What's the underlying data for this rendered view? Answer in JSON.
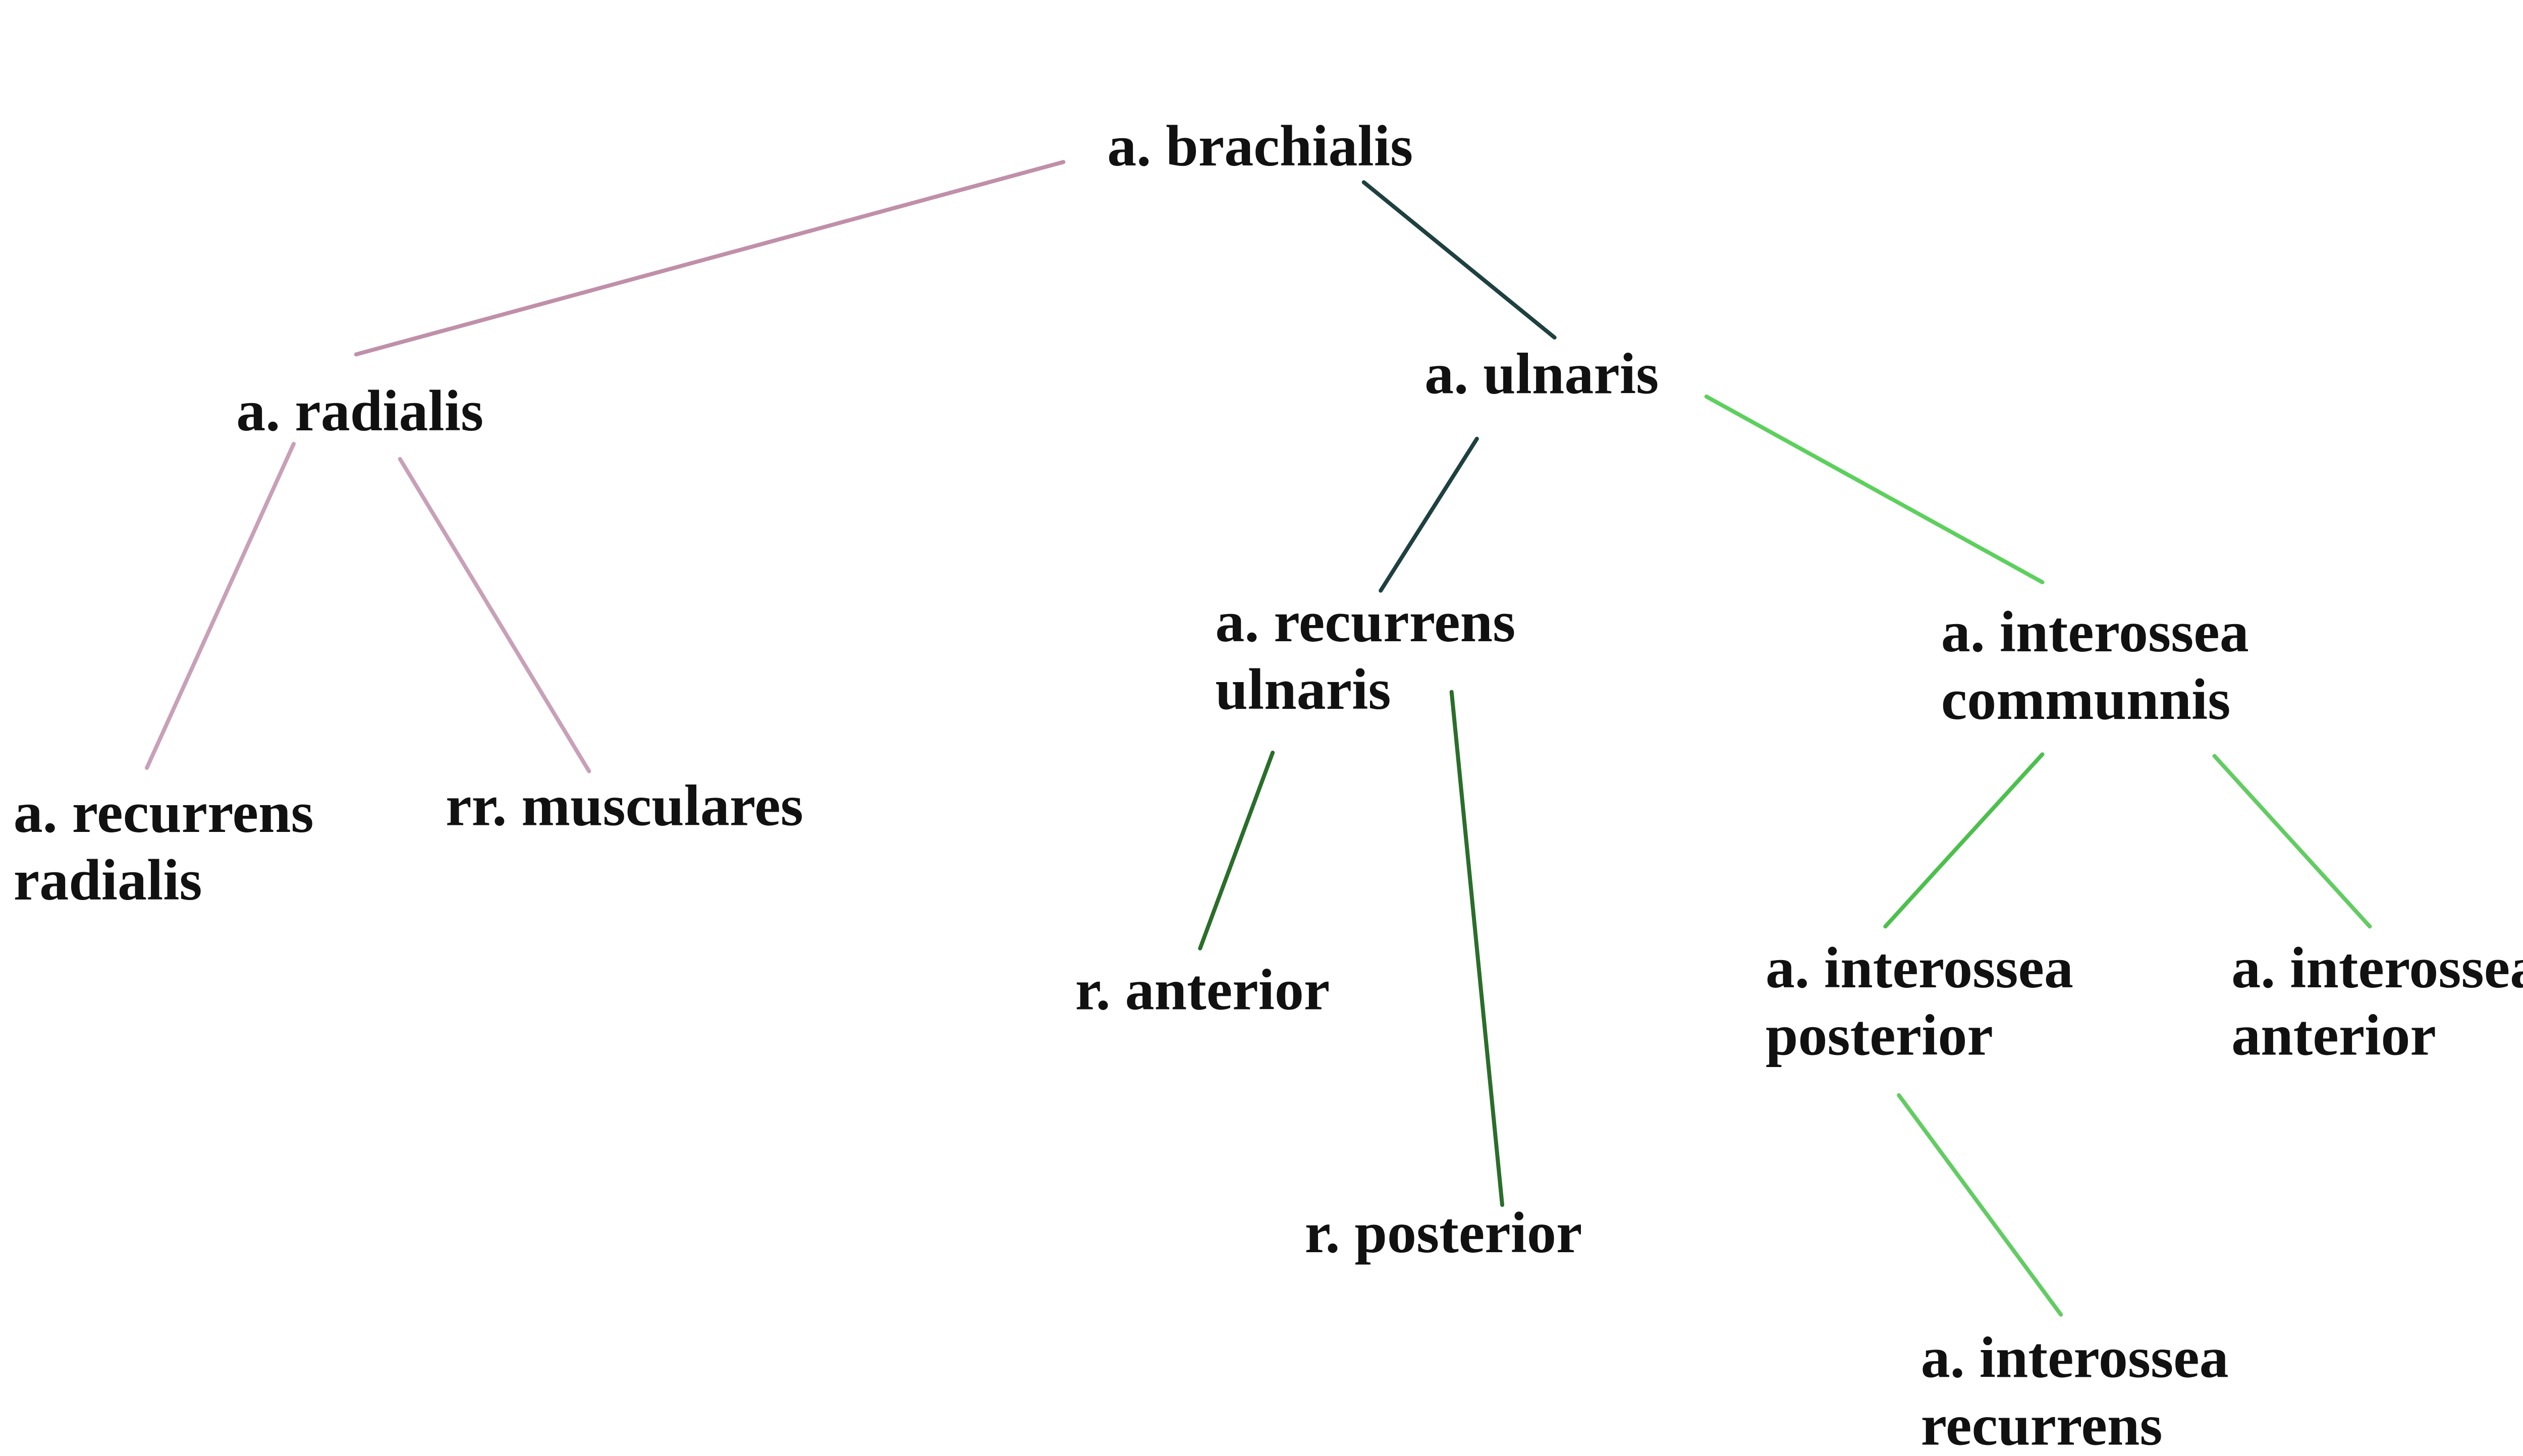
{
  "tree": {
    "nodes": [
      {
        "id": "brachialis",
        "lines": [
          "a. brachialis"
        ]
      },
      {
        "id": "radialis",
        "lines": [
          "a. radialis"
        ]
      },
      {
        "id": "ulnaris",
        "lines": [
          "a. ulnaris"
        ]
      },
      {
        "id": "recurrens-radialis",
        "lines": [
          "a. recurrens",
          "radialis"
        ]
      },
      {
        "id": "musculares",
        "lines": [
          "rr. musculares"
        ]
      },
      {
        "id": "recurrens-ulnaris",
        "lines": [
          "a. recurrens",
          "ulnaris"
        ]
      },
      {
        "id": "interossea-communnis",
        "lines": [
          "a. interossea",
          "communnis"
        ]
      },
      {
        "id": "anterior-branch",
        "lines": [
          "r. anterior"
        ]
      },
      {
        "id": "posterior-branch",
        "lines": [
          "r. posterior"
        ]
      },
      {
        "id": "interossea-posterior",
        "lines": [
          "a. interossea",
          "posterior"
        ]
      },
      {
        "id": "interossea-anterior",
        "lines": [
          "a. interossea",
          "anterior"
        ]
      },
      {
        "id": "interossea-recurrens",
        "lines": [
          "a. interossea",
          "recurrens"
        ]
      }
    ],
    "edges": [
      {
        "from": "brachialis",
        "to": "radialis",
        "color": "#c08fa9"
      },
      {
        "from": "brachialis",
        "to": "ulnaris",
        "color": "#1e4040"
      },
      {
        "from": "radialis",
        "to": "recurrens-radialis",
        "color": "#c8a0b8"
      },
      {
        "from": "radialis",
        "to": "musculares",
        "color": "#c8a0b8"
      },
      {
        "from": "ulnaris",
        "to": "recurrens-ulnaris",
        "color": "#1e4040"
      },
      {
        "from": "ulnaris",
        "to": "interossea-communnis",
        "color": "#5cd05c"
      },
      {
        "from": "recurrens-ulnaris",
        "to": "anterior-branch",
        "color": "#2a6e2a"
      },
      {
        "from": "recurrens-ulnaris",
        "to": "posterior-branch",
        "color": "#2a6e2a"
      },
      {
        "from": "interossea-communnis",
        "to": "interossea-posterior",
        "color": "#4cc04c"
      },
      {
        "from": "interossea-communnis",
        "to": "interossea-anterior",
        "color": "#62cc62"
      },
      {
        "from": "interossea-posterior",
        "to": "interossea-recurrens",
        "color": "#62cc62"
      }
    ]
  }
}
